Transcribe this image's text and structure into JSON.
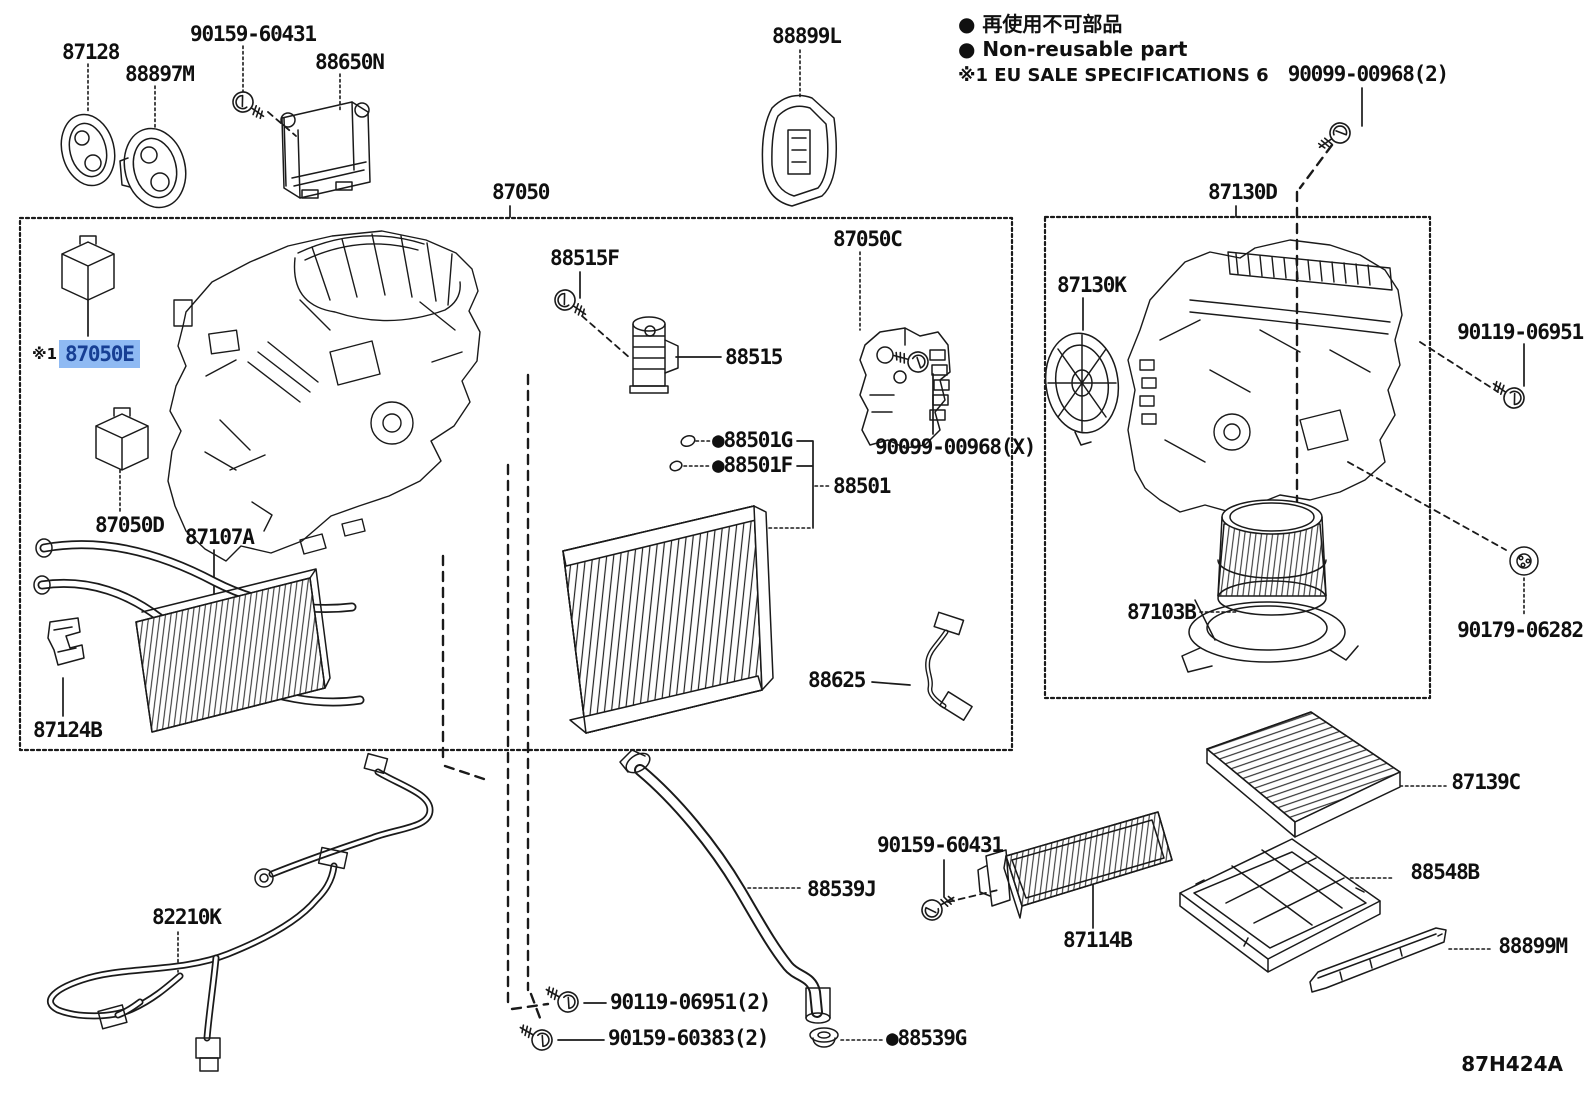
{
  "legend": {
    "bullet": "●",
    "non_reusable_jp": "再使用不可部品",
    "non_reusable_en": "Non-reusable part",
    "eu_note": "※1 EU SALE SPECIFICATIONS 6"
  },
  "highlight": {
    "prefix": "※1",
    "part_number": "87050E",
    "bg_color": "#8fbaf3",
    "text_color": "#173f94"
  },
  "labels": {
    "l87128": "87128",
    "l88897M": "88897M",
    "l90159_60431_top": "90159-60431",
    "l88650N": "88650N",
    "l87050": "87050",
    "l88899L": "88899L",
    "l90099_00968_2": "90099-00968(2)",
    "l87130D": "87130D",
    "l88515F": "88515F",
    "l87050C": "87050C",
    "l87130K": "87130K",
    "l90119_06951": "90119-06951",
    "l88515": "88515",
    "l88501G": "●88501G",
    "l88501F": "●88501F",
    "l88501": "88501",
    "l90099_00968_X": "90099-00968(X)",
    "l87050D": "87050D",
    "l87107A": "87107A",
    "l87103B": "87103B",
    "l90179_06282": "90179-06282",
    "l88625": "88625",
    "l87124B": "87124B",
    "l87139C": "87139C",
    "l82210K": "82210K",
    "l88539J": "88539J",
    "l90159_60431_bottom": "90159-60431",
    "l88548B": "88548B",
    "l87114B": "87114B",
    "l88899M": "88899M",
    "l90119_06951_2": "90119-06951(2)",
    "l90159_60383_2": "90159-60383(2)",
    "l88539G": "●88539G",
    "drawing_code": "87H424A"
  }
}
